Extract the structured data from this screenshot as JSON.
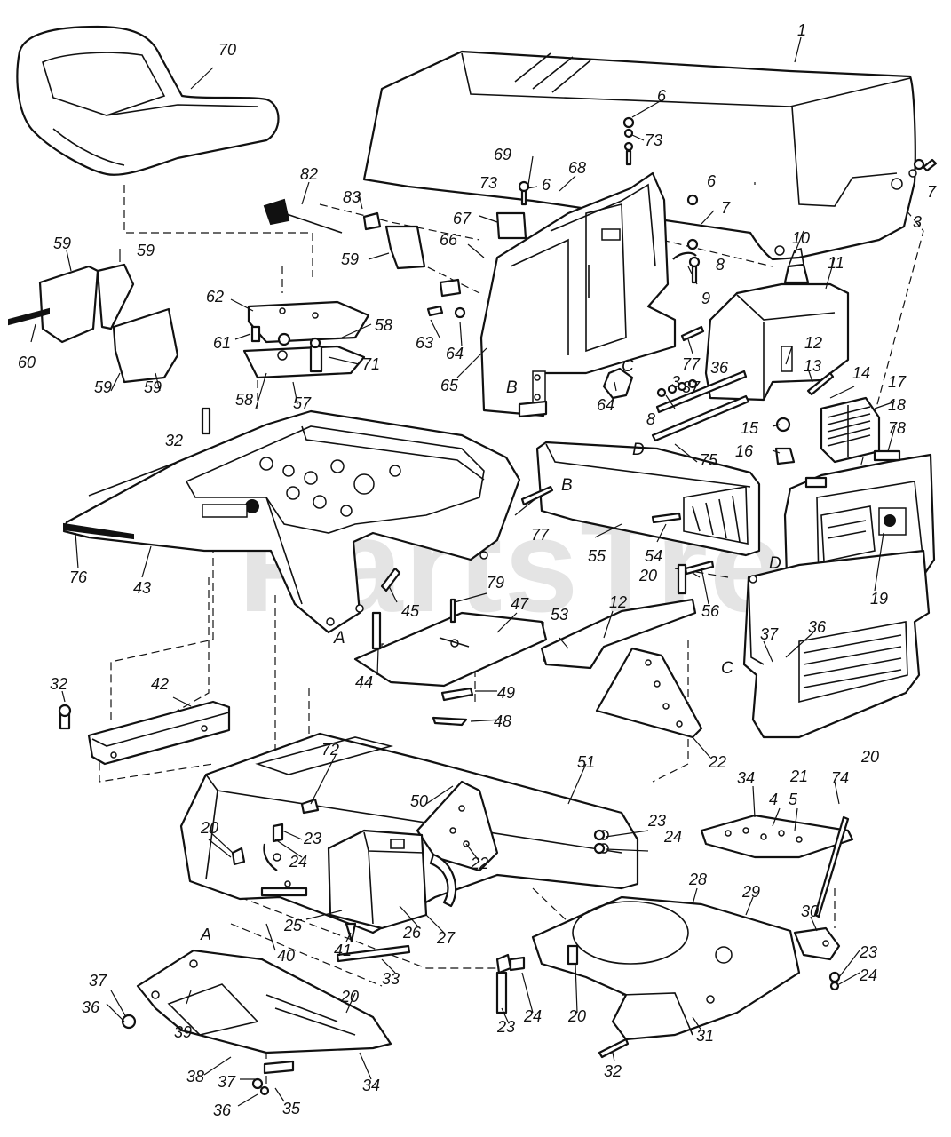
{
  "watermark": "PartsTree",
  "callouts": [
    "1",
    "3",
    "4",
    "5",
    "6",
    "7",
    "8",
    "9",
    "10",
    "11",
    "12",
    "13",
    "14",
    "15",
    "16",
    "17",
    "18",
    "19",
    "20",
    "21",
    "22",
    "23",
    "24",
    "25",
    "26",
    "27",
    "28",
    "29",
    "30",
    "31",
    "32",
    "33",
    "34",
    "35",
    "36",
    "37",
    "38",
    "39",
    "40",
    "41",
    "42",
    "43",
    "44",
    "45",
    "47",
    "48",
    "49",
    "50",
    "51",
    "53",
    "54",
    "55",
    "56",
    "57",
    "58",
    "59",
    "60",
    "61",
    "62",
    "63",
    "64",
    "65",
    "66",
    "67",
    "68",
    "69",
    "70",
    "71",
    "72",
    "73",
    "74",
    "75",
    "76",
    "77",
    "78",
    "79",
    "82",
    "83"
  ],
  "reference_letters": [
    "A",
    "B",
    "C",
    "D"
  ]
}
